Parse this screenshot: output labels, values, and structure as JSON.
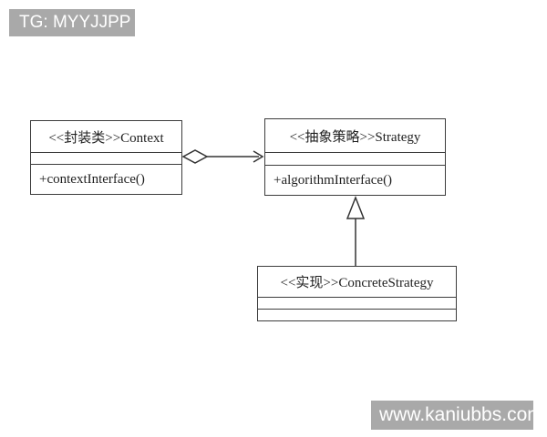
{
  "badges": {
    "tg_label": "TG: MYYJJPP",
    "watermark_label": "www.kaniubbs.com"
  },
  "colors": {
    "badge_background": "#a9a9a9",
    "badge_text": "#ffffff",
    "diagram_line": "#333333",
    "box_border": "#3c3c3c",
    "page_background": "#ffffff"
  },
  "diagram": {
    "type": "uml-class-diagram",
    "pattern": "Strategy",
    "classes": [
      {
        "id": "context",
        "stereotype": "<<封装类>>",
        "name": "Context",
        "title": "<<封装类>>Context",
        "methods": [
          "+contextInterface()"
        ]
      },
      {
        "id": "strategy",
        "stereotype": "<<抽象策略>>",
        "name": "Strategy",
        "title": "<<抽象策略>>Strategy",
        "methods": [
          "+algorithmInterface()"
        ]
      },
      {
        "id": "concrete-strategy",
        "stereotype": "<<实现>>",
        "name": "ConcreteStrategy",
        "title": "<<实现>>ConcreteStrategy",
        "methods": []
      }
    ],
    "relations": [
      {
        "from": "Context",
        "to": "Strategy",
        "type": "aggregation",
        "marker_source": "hollow-diamond",
        "marker_target": "open-arrow"
      },
      {
        "from": "ConcreteStrategy",
        "to": "Strategy",
        "type": "generalization",
        "marker_target": "hollow-triangle"
      }
    ]
  }
}
